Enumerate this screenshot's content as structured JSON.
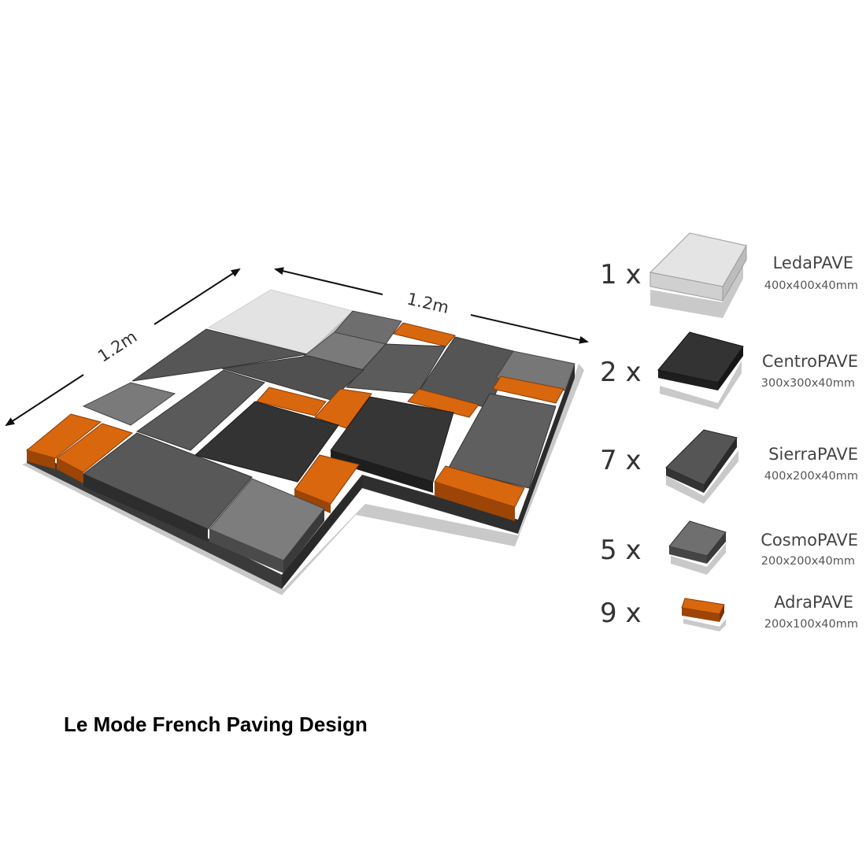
{
  "dimensions": {
    "left_label": "1.2m",
    "top_label": "1.2m"
  },
  "legend": [
    {
      "qty": "1 x",
      "name": "LedaPAVE",
      "size": "400x400x40mm",
      "color": "#e2e2e2",
      "side": "#c4c4c4"
    },
    {
      "qty": "2 x",
      "name": "CentroPAVE",
      "size": "300x300x40mm",
      "color": "#333333",
      "side": "#1c1c1c"
    },
    {
      "qty": "7 x",
      "name": "SierraPAVE",
      "size": "400x200x40mm",
      "color": "#555555",
      "side": "#333333"
    },
    {
      "qty": "5 x",
      "name": "CosmoPAVE",
      "size": "200x200x40mm",
      "color": "#6f6f6f",
      "side": "#454545"
    },
    {
      "qty": "9 x",
      "name": "AdraPAVE",
      "size": "200x100x40mm",
      "color": "#d9670e",
      "side": "#9c4506"
    }
  ],
  "caption": "Le Mode French Paving Design"
}
